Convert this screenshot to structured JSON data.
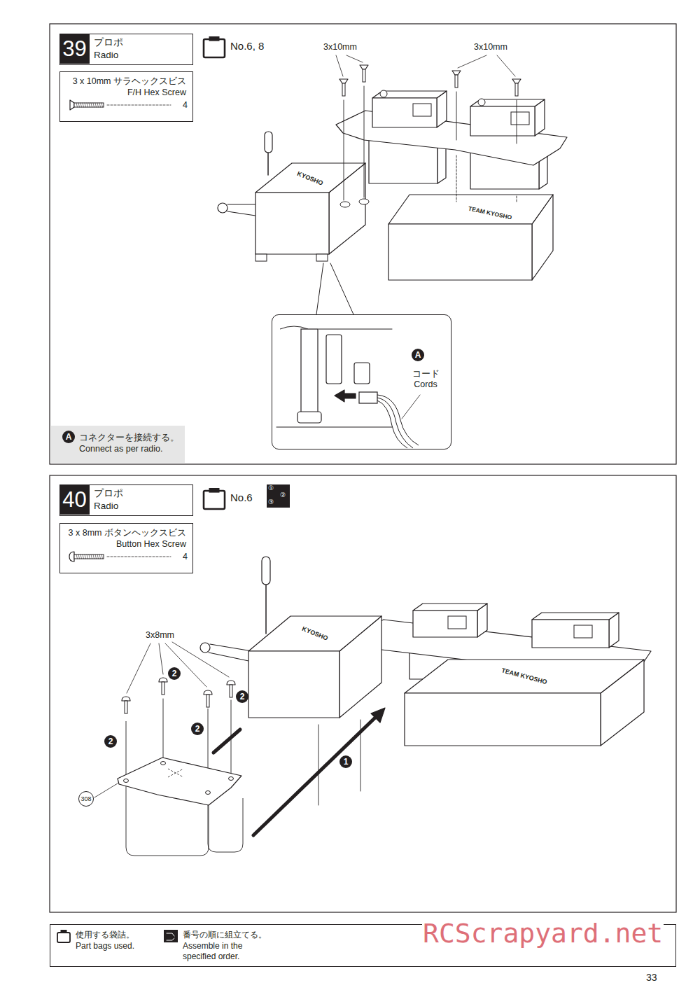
{
  "diagram": {
    "nodes": [
      {
        "text": [
          "39",
          "プロポ Radio"
        ]
      },
      {
        "text": [
          "3 x 10mm サラヘックスビス F/H Hex Screw",
          "4"
        ]
      },
      {
        "text": [
          "No.6, 8"
        ]
      },
      {
        "text": [
          "コード Cords"
        ]
      },
      {
        "text": [
          "A"
        ],
        "in": 3
      },
      {
        "text": [
          "コネクターを接続する。 Connect as per radio."
        ]
      },
      {
        "text": [
          "A"
        ],
        "in": 5
      },
      {
        "text": [
          "40",
          "プロポ Radio"
        ]
      },
      {
        "text": [
          "3 x 8mm ボタンヘックスビス Button Hex Screw",
          "4"
        ]
      },
      {
        "text": [
          "No.6"
        ]
      },
      {
        "text": [
          "①",
          "②",
          "③"
        ]
      },
      {
        "text": [
          "308"
        ]
      },
      {
        "text": [
          "2"
        ]
      },
      {
        "text": [
          "2"
        ]
      },
      {
        "text": [
          "2"
        ]
      },
      {
        "text": [
          "2"
        ]
      },
      {
        "text": [
          "1"
        ]
      },
      {
        "text": [
          "使用する袋詰。 Part bags used.",
          "番号の順に組立てる。 Assemble in the specified order."
        ]
      }
    ],
    "labels": [
      "3x10mm",
      "3x10mm",
      "KYOSHO",
      "TEAM KYOSHO",
      "KYOSHO",
      "TEAM KYOSHO",
      "3x8mm",
      "RCScrapyard.net",
      "33"
    ]
  }
}
